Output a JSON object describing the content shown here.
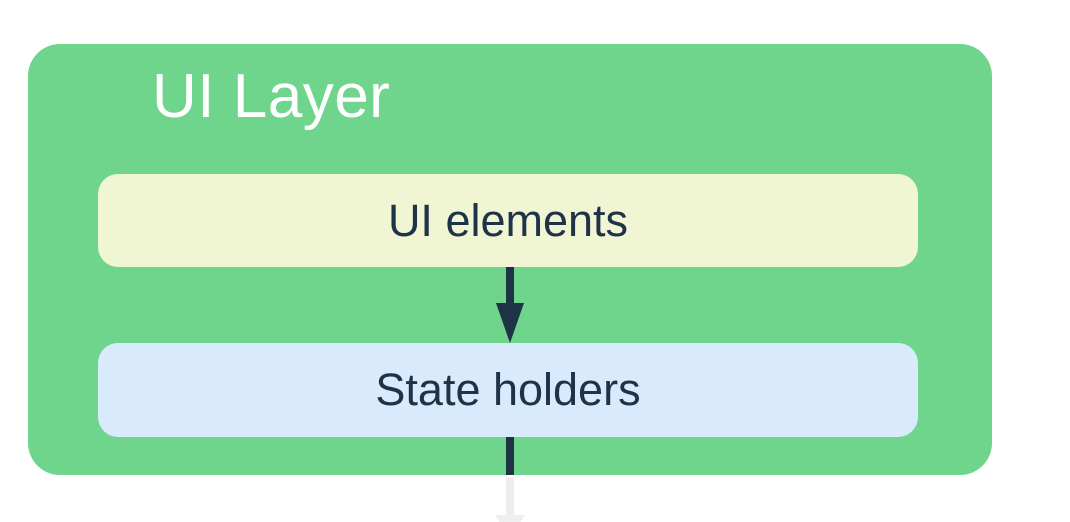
{
  "diagram": {
    "title": "UI Layer",
    "boxes": [
      {
        "id": "ui-elements",
        "label": "UI elements",
        "bg": "#f0f5d3"
      },
      {
        "id": "state-holders",
        "label": "State holders",
        "bg": "#d9eafc"
      }
    ],
    "connectors": [
      {
        "name": "ui-elements-to-state-holders-arrow",
        "color": "#1e3346"
      },
      {
        "name": "state-holders-outgoing-connector",
        "dark_color": "#1e3346",
        "faded_color": "#ededed"
      }
    ],
    "colors": {
      "layer_bg": "#6fd58c",
      "title_text": "#ffffff",
      "box_text": "#1e3346",
      "page_bg": "#ffffff"
    }
  }
}
